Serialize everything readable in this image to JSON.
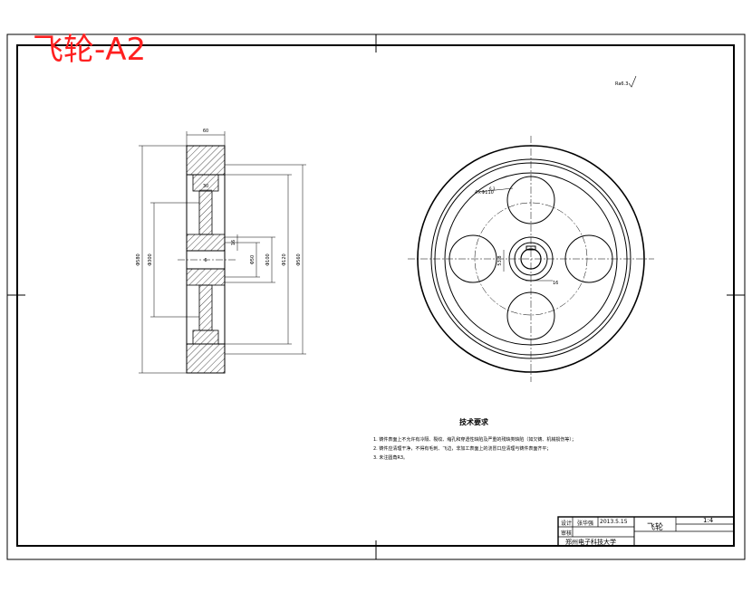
{
  "drawing_title": "飞轮-A2",
  "surface_finish": "Ra6.3",
  "dims": {
    "top_width": "60",
    "hub_width": "30",
    "hub_keyway": "6",
    "outer_dia": "Φ580",
    "web_outer": "Φ560",
    "web_inner": "Φ300",
    "hub_dia": "Φ100",
    "bore_dia": "Φ50",
    "hub_outer": "Φ120",
    "hole_label": "4×Φ110",
    "hole_ra": "6.3",
    "key_depth": "53.8",
    "key_width": "16"
  },
  "tech": {
    "heading": "技术要求",
    "lines": [
      "1. 铸件表面上不允许有冷隔、裂纹、缩孔和穿透性缺陷及严重的残缺类缺陷（如欠铸、机械损伤等）；",
      "2. 铸件应清理干净，不得有毛刺、飞边，非加工表面上的浇冒口应清理与铸件表面齐平；",
      "3. 未注圆角R3。"
    ]
  },
  "titleblock": {
    "row1_label": "设计",
    "designer": "张华强",
    "date": "2013.5.15",
    "part_name": "飞轮",
    "scale": "1:4",
    "row2_label": "审核",
    "school": "郑州电子科技大学"
  },
  "colors": {
    "line": "#000000",
    "title": "#ff2020",
    "background": "#ffffff"
  }
}
